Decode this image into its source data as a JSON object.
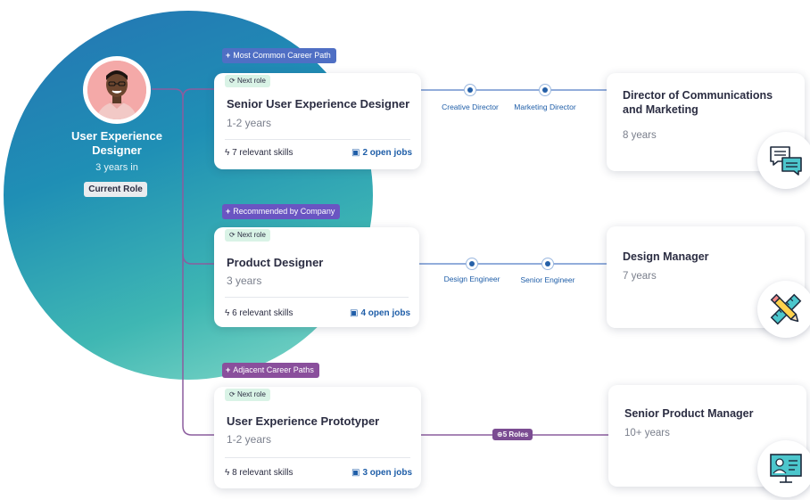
{
  "current": {
    "title": "User Experience Designer",
    "tenure": "3 years in",
    "badge": "Current Role"
  },
  "paths": [
    {
      "tag": "Most Common Career Path",
      "tag_color": "#4f6fc4",
      "next_role_pill": "Next role",
      "role": "Senior User Experience Designer",
      "years": "1-2 years",
      "skills": "7 relevant skills",
      "jobs": "2 open jobs",
      "steps": [
        "Creative Director",
        "Marketing Director"
      ],
      "goal": {
        "title": "Director of Communications and Marketing",
        "years": "8 years",
        "icon": "chat-bubbles-icon"
      }
    },
    {
      "tag": "Recommended by Company",
      "tag_color": "#6a55c2",
      "next_role_pill": "Next role",
      "role": "Product Designer",
      "years": "3 years",
      "skills": "6 relevant skills",
      "jobs": "4 open jobs",
      "steps": [
        "Design Engineer",
        "Senior Engineer"
      ],
      "goal": {
        "title": "Design Manager",
        "years": "7 years",
        "icon": "ruler-pencil-icon"
      }
    },
    {
      "tag": "Adjacent Career Paths",
      "tag_color": "#8a4f9c",
      "next_role_pill": "Next role",
      "role": "User Experience Prototyper",
      "years": "1-2 years",
      "skills": "8 relevant skills",
      "jobs": "3 open jobs",
      "roles_pill": "5 Roles",
      "goal": {
        "title": "Senior Product Manager",
        "years": "10+ years",
        "icon": "presentation-screen-icon"
      }
    }
  ],
  "colors": {
    "line_blue": "#6f92cf",
    "line_purple": "#8c5d9e",
    "jobs_blue": "#1f5ea8"
  }
}
